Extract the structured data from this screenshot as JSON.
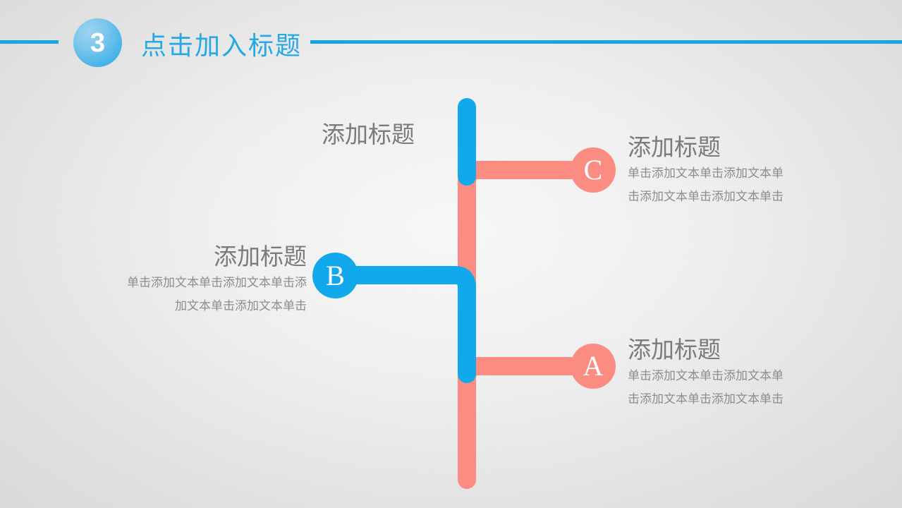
{
  "header": {
    "number": "3",
    "title": "点击加入标题",
    "accent_color": "#25A8E6",
    "badge_color": "#48B4E8",
    "line_color": "#18A5E4"
  },
  "diagram": {
    "type": "tree-bracket",
    "trunk_colors": {
      "blue": "#12A9EC",
      "salmon": "#FA8C82"
    },
    "top_label": "添加标题",
    "nodes": [
      {
        "key": "C",
        "letter": "C",
        "color": "#FA8C82",
        "side": "right",
        "title": "添加标题",
        "body_line1": "单击添加文本单击添加文本单",
        "body_line2": "击添加文本单击添加文本单击"
      },
      {
        "key": "B",
        "letter": "B",
        "color": "#12A9EC",
        "side": "left",
        "title": "添加标题",
        "body_line1": "单击添加文本单击添加文本单击添",
        "body_line2": "加文本单击添加文本单击"
      },
      {
        "key": "A",
        "letter": "A",
        "color": "#FA8C82",
        "side": "right",
        "title": "添加标题",
        "body_line1": "单击添加文本单击添加文本单",
        "body_line2": "击添加文本单击添加文本单击"
      }
    ]
  }
}
